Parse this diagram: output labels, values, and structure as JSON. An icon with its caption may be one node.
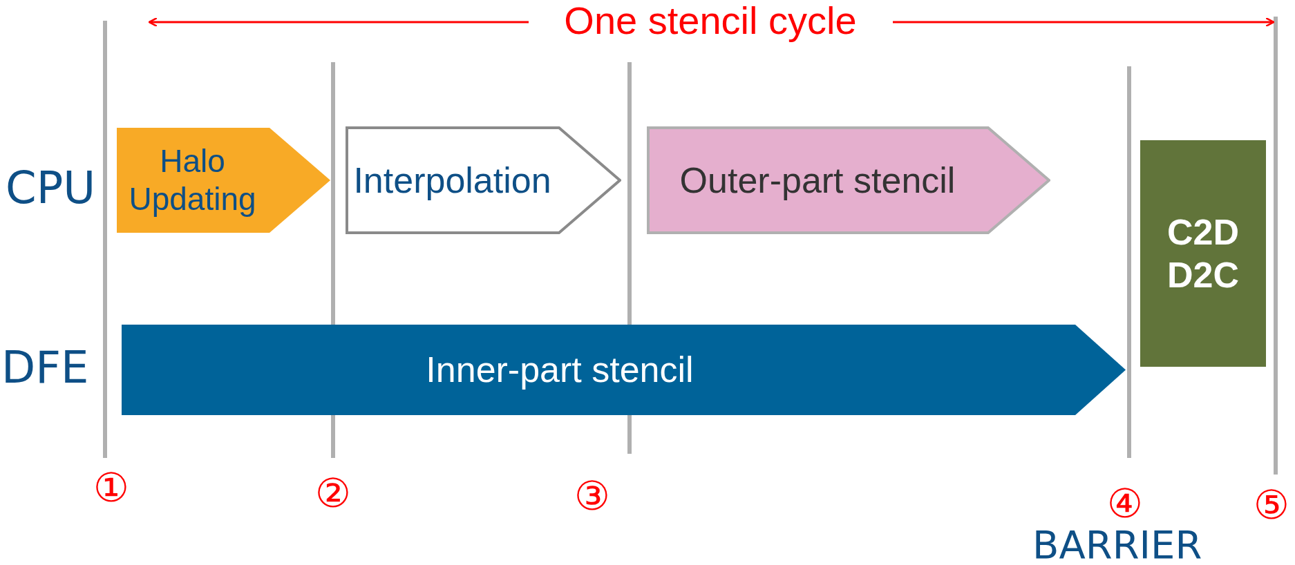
{
  "diagram": {
    "title": "One stencil cycle",
    "nodes": [
      {
        "text": [
          "Halo Updating"
        ]
      },
      {
        "text": [
          "Interpolation"
        ]
      },
      {
        "text": [
          "Outer-part stencil"
        ]
      },
      {
        "text": [
          "Inner-part stencil"
        ]
      },
      {
        "text": [
          "C2D D2C"
        ]
      }
    ],
    "labels": [
      "CPU",
      "DFE",
      "①",
      "②",
      "③",
      "④",
      "⑤",
      "BARRIER"
    ]
  }
}
